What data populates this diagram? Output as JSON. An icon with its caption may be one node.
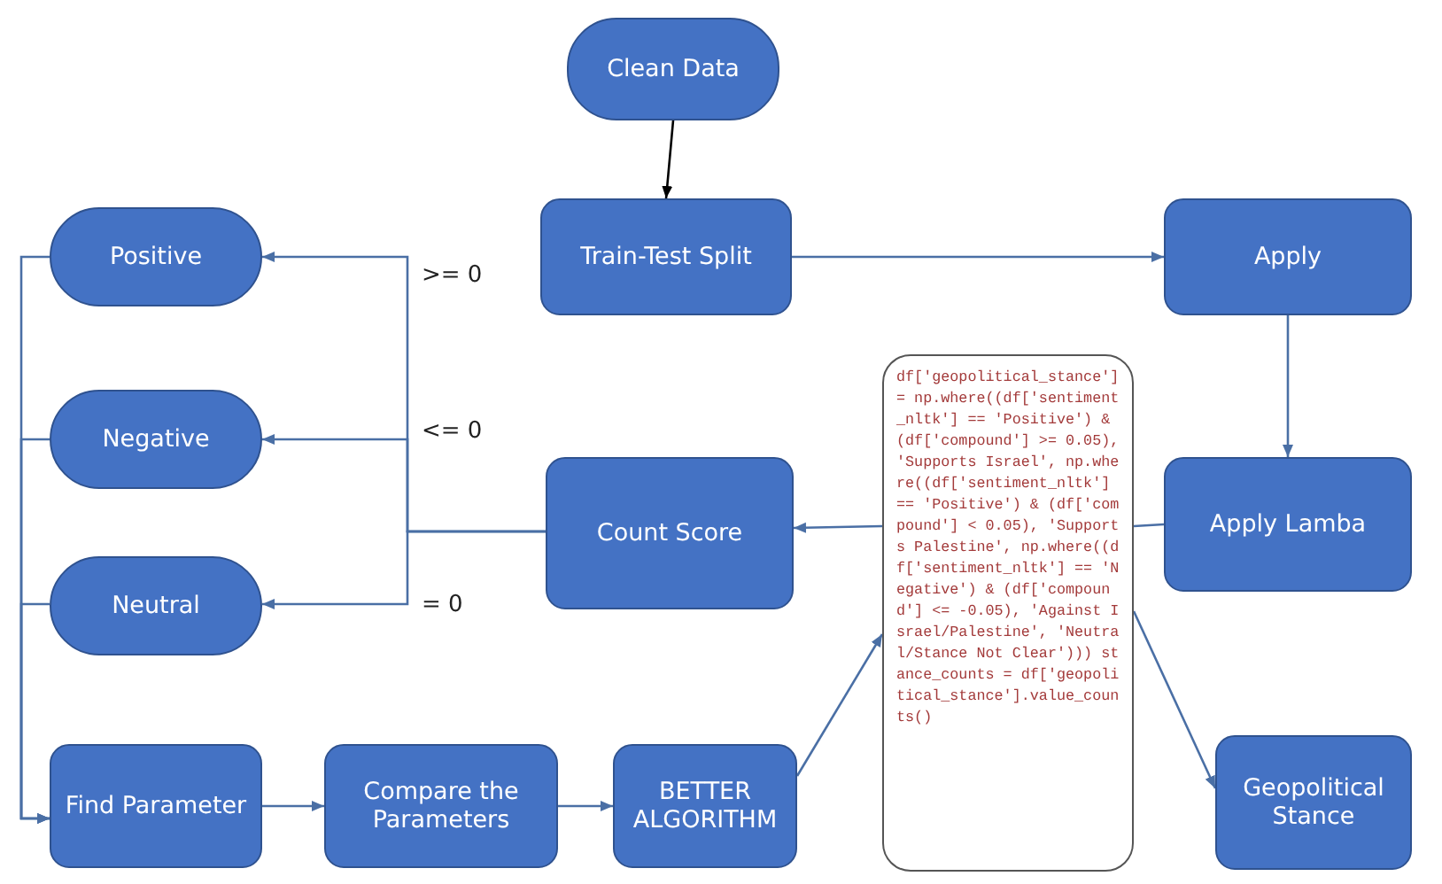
{
  "diagram": {
    "nodes": [
      {
        "text": [
          "Clean Data"
        ]
      },
      {
        "text": [
          "Train-Test Split"
        ]
      },
      {
        "text": [
          "Apply"
        ]
      },
      {
        "text": [
          "Apply Lamba"
        ]
      },
      {
        "text": [
          "df['geopolitical_stance'] = np.where((df['sentiment_nltk'] == 'Positive') & (df['compound'] >= 0.05), 'Supports Israel', np.where((df['sentiment_nltk'] == 'Positive') & (df['compound'] < 0.05), 'Supports Palestine', np.where((df['sentiment_nltk'] == 'Negative') & (df['compound'] <= -0.05), 'Against Israel/Palestine', 'Neutral/Stance Not Clear'))) stance_counts = df['geopolitical_stance'].value_counts()"
        ]
      },
      {
        "text": [
          "Count Score"
        ]
      },
      {
        "text": [
          "Positive"
        ]
      },
      {
        "text": [
          "Negative"
        ]
      },
      {
        "text": [
          "Neutral"
        ]
      },
      {
        "text": [
          "Find Parameter"
        ]
      },
      {
        "text": [
          "Compare the Parameters"
        ]
      },
      {
        "text": [
          "BETTER ALGORITHM"
        ]
      },
      {
        "text": [
          "Geopolitical Stance"
        ]
      }
    ],
    "edges": [
      {
        "from": 0,
        "to": 1,
        "arrow": "to",
        "color": "#000000"
      },
      {
        "from": 1,
        "to": 2,
        "arrow": "to"
      },
      {
        "from": 2,
        "to": 3,
        "arrow": "to"
      },
      {
        "from": 3,
        "to": 4,
        "arrow": "none"
      },
      {
        "from": 4,
        "to": 5,
        "arrow": "to"
      },
      {
        "from": 5,
        "to": 6,
        "arrow": "to",
        "label": ">= 0"
      },
      {
        "from": 5,
        "to": 7,
        "arrow": "to",
        "label": "<= 0"
      },
      {
        "from": 5,
        "to": 8,
        "arrow": "to",
        "label": "= 0"
      },
      {
        "from": 6,
        "to": 9,
        "arrow": "to"
      },
      {
        "from": 7,
        "to": 9,
        "arrow": "to"
      },
      {
        "from": 8,
        "to": 9,
        "arrow": "to"
      },
      {
        "from": 9,
        "to": 10,
        "arrow": "to"
      },
      {
        "from": 10,
        "to": 11,
        "arrow": "to"
      },
      {
        "from": 11,
        "to": 4,
        "arrow": "to"
      },
      {
        "from": 4,
        "to": 12,
        "arrow": "to"
      }
    ]
  }
}
